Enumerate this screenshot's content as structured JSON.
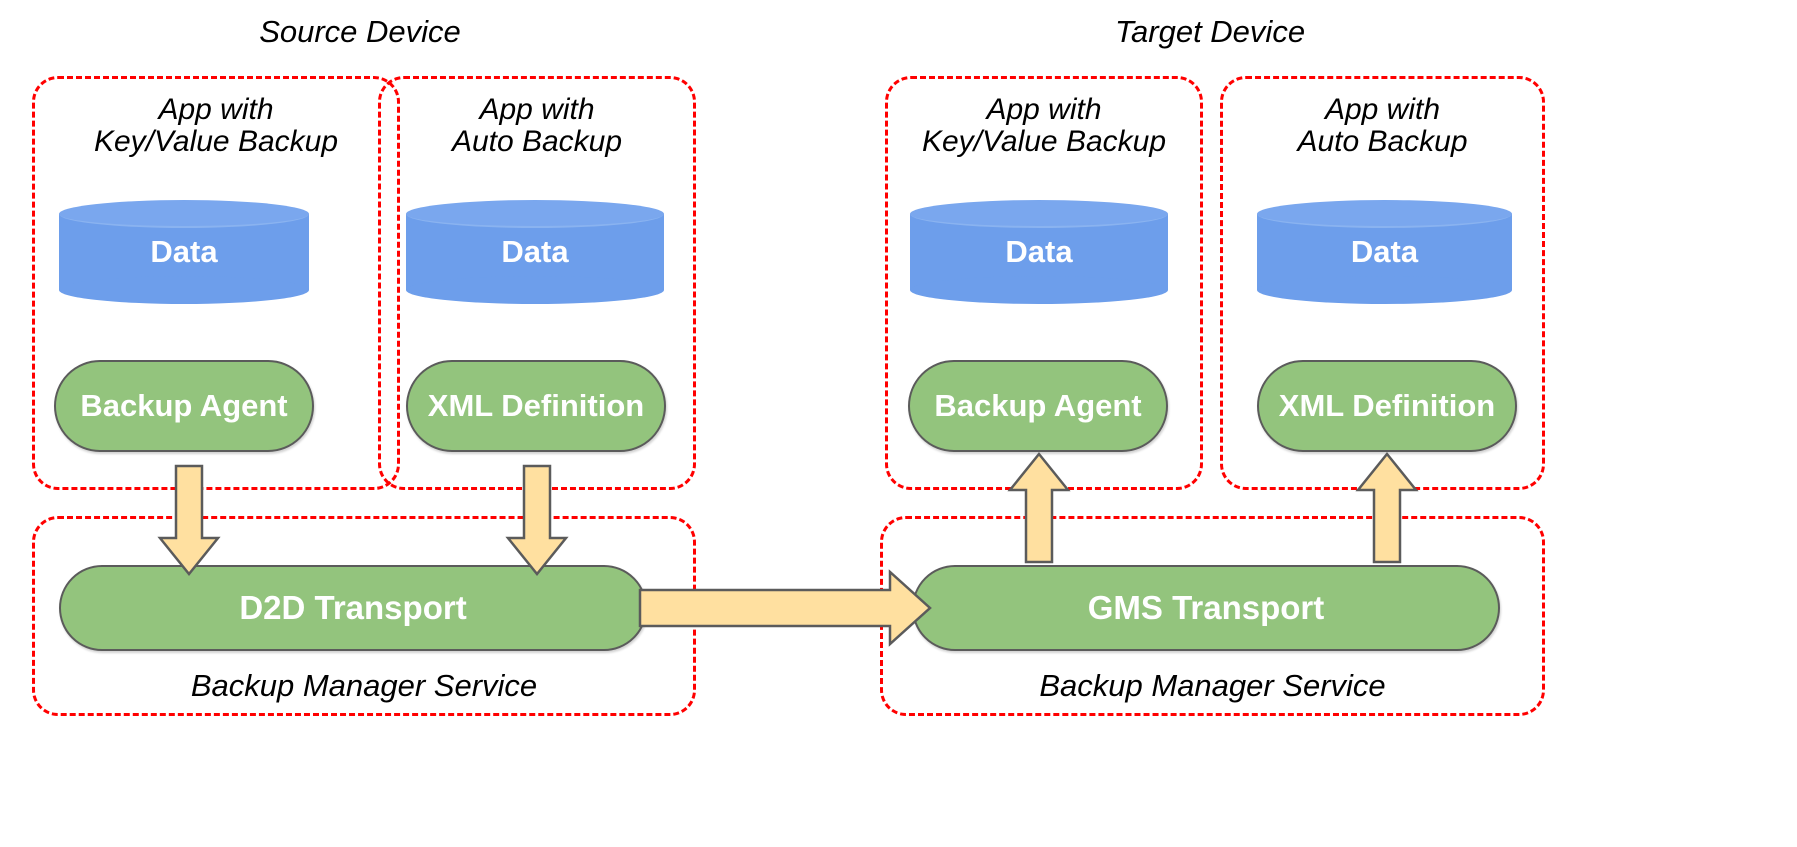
{
  "diagram": {
    "title_source": "Source Device",
    "title_target": "Target Device",
    "colors": {
      "container_border": "#ff0000",
      "data_fill": "#6d9eeb",
      "component_fill": "#93c47d",
      "component_border": "#5b5b5b",
      "arrow_fill": "#ffe0a0",
      "arrow_border": "#5b5b5b",
      "text_on_fill": "#ffffff",
      "text": "#000000",
      "background": "#ffffff"
    }
  },
  "source_device": {
    "title": "Source Device",
    "apps": [
      {
        "label": "App with\nKey/Value Backup",
        "data_label": "Data",
        "component_label": "Backup Agent"
      },
      {
        "label": "App with\nAuto Backup",
        "data_label": "Data",
        "component_label": "XML Definition"
      }
    ],
    "service": {
      "transport_label": "D2D Transport",
      "service_label": "Backup Manager Service"
    }
  },
  "target_device": {
    "title": "Target Device",
    "apps": [
      {
        "label": "App with\nKey/Value Backup",
        "data_label": "Data",
        "component_label": "Backup Agent"
      },
      {
        "label": "App with\nAuto Backup",
        "data_label": "Data",
        "component_label": "XML Definition"
      }
    ],
    "service": {
      "transport_label": "GMS Transport",
      "service_label": "Backup Manager Service"
    }
  },
  "flows": [
    {
      "name": "source-kv-agent-to-d2d",
      "direction": "down"
    },
    {
      "name": "source-auto-xml-to-d2d",
      "direction": "down"
    },
    {
      "name": "d2d-to-gms",
      "direction": "right"
    },
    {
      "name": "gms-to-target-kv-agent",
      "direction": "up"
    },
    {
      "name": "gms-to-target-auto-xml",
      "direction": "up"
    }
  ]
}
